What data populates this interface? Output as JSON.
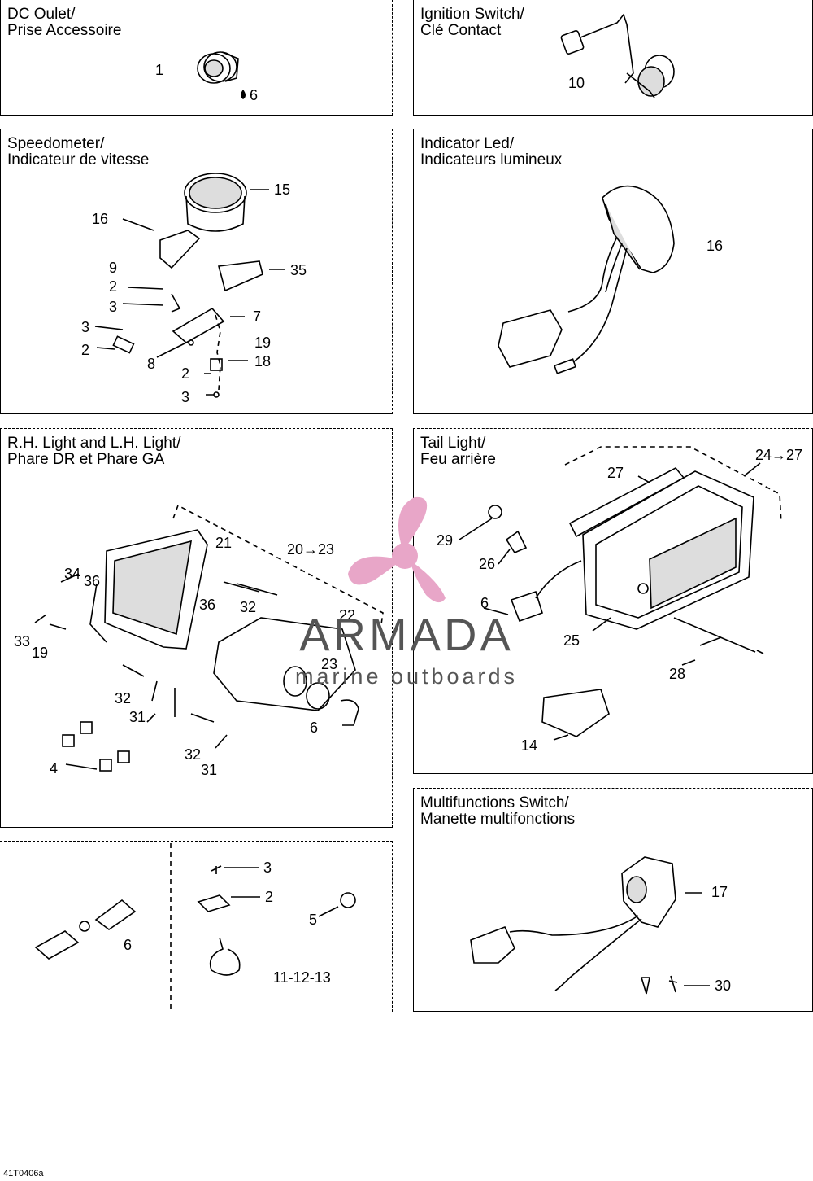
{
  "panels": {
    "dc_outlet": {
      "title": "DC Oulet/\nPrise Accessoire",
      "labels": [
        "1",
        "6"
      ]
    },
    "ignition": {
      "title": "Ignition Switch/\nClé Contact",
      "labels": [
        "10"
      ]
    },
    "speedometer": {
      "title": "Speedometer/\nIndicateur de vitesse",
      "labels": [
        "15",
        "16",
        "35",
        "9",
        "2",
        "3",
        "7",
        "3",
        "2",
        "19",
        "8",
        "18",
        "2",
        "3"
      ]
    },
    "indicator_led": {
      "title": "Indicator Led/\nIndicateurs lumineux",
      "labels": [
        "16"
      ]
    },
    "lights": {
      "title": "R.H. Light and L.H. Light/\nPhare DR et Phare GA",
      "labels": [
        "21",
        "20→23",
        "34",
        "36",
        "36",
        "32",
        "22",
        "33",
        "19",
        "23",
        "32",
        "31",
        "6",
        "4",
        "32",
        "31"
      ]
    },
    "tail_light": {
      "title": "Tail Light/\nFeu arrière",
      "labels": [
        "24→27",
        "27",
        "29",
        "26",
        "6",
        "25",
        "28",
        "14"
      ]
    },
    "misc": {
      "labels": [
        "3",
        "2",
        "5",
        "6",
        "11-12-13"
      ]
    },
    "multifunction": {
      "title": "Multifunctions Switch/\nManette multifonctions",
      "labels": [
        "17",
        "30"
      ]
    }
  },
  "watermark": {
    "brand": "ARMADA",
    "tagline": "marine outboards",
    "color": "#e8a6c8"
  },
  "reference": "41T0406a"
}
